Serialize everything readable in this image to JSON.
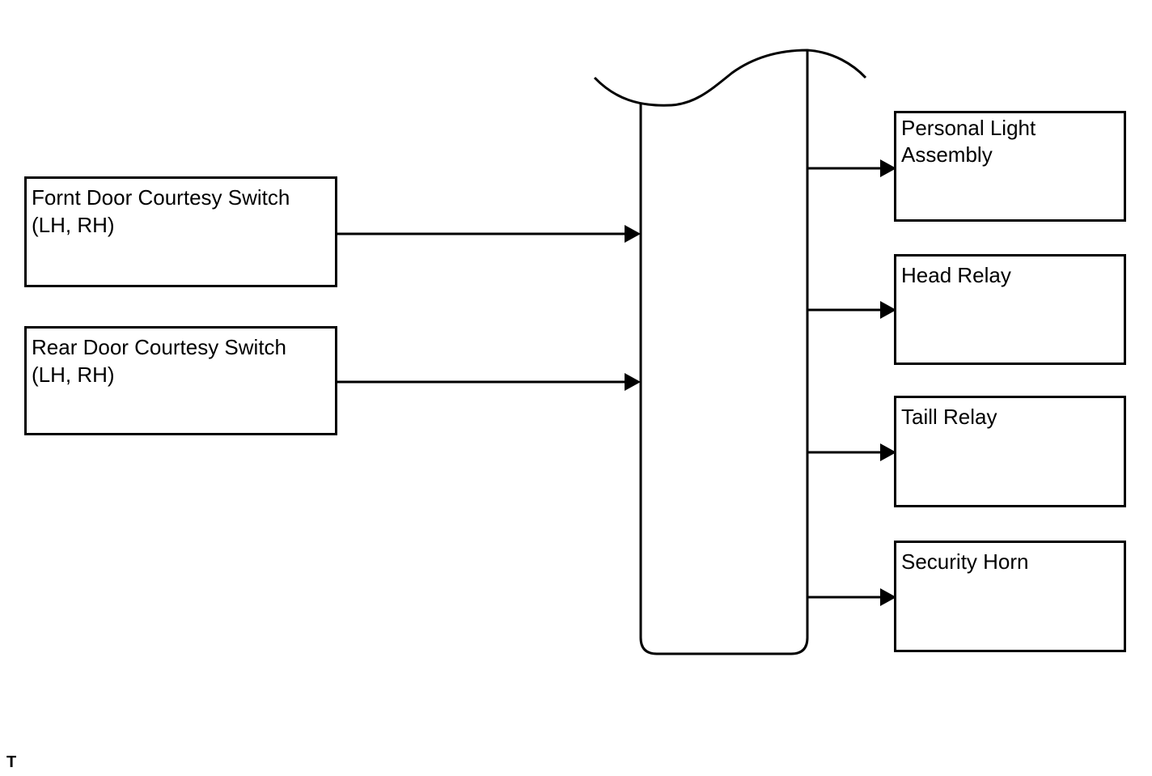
{
  "inputs": [
    {
      "id": "front-door-courtesy-switch",
      "lines": [
        "Fornt Door Courtesy Switch",
        "(LH, RH)"
      ]
    },
    {
      "id": "rear-door-courtesy-switch",
      "lines": [
        "Rear Door Courtesy Switch",
        "(LH, RH)"
      ]
    }
  ],
  "outputs": [
    {
      "id": "personal-light-assembly",
      "lines": [
        "Personal Light",
        "Assembly"
      ]
    },
    {
      "id": "head-relay",
      "lines": [
        "Head Relay"
      ]
    },
    {
      "id": "taill-relay",
      "lines": [
        "Taill Relay"
      ]
    },
    {
      "id": "security-horn",
      "lines": [
        "Security Horn"
      ]
    }
  ],
  "footer_mark": "T",
  "colors": {
    "stroke": "#000000",
    "background": "#ffffff"
  }
}
